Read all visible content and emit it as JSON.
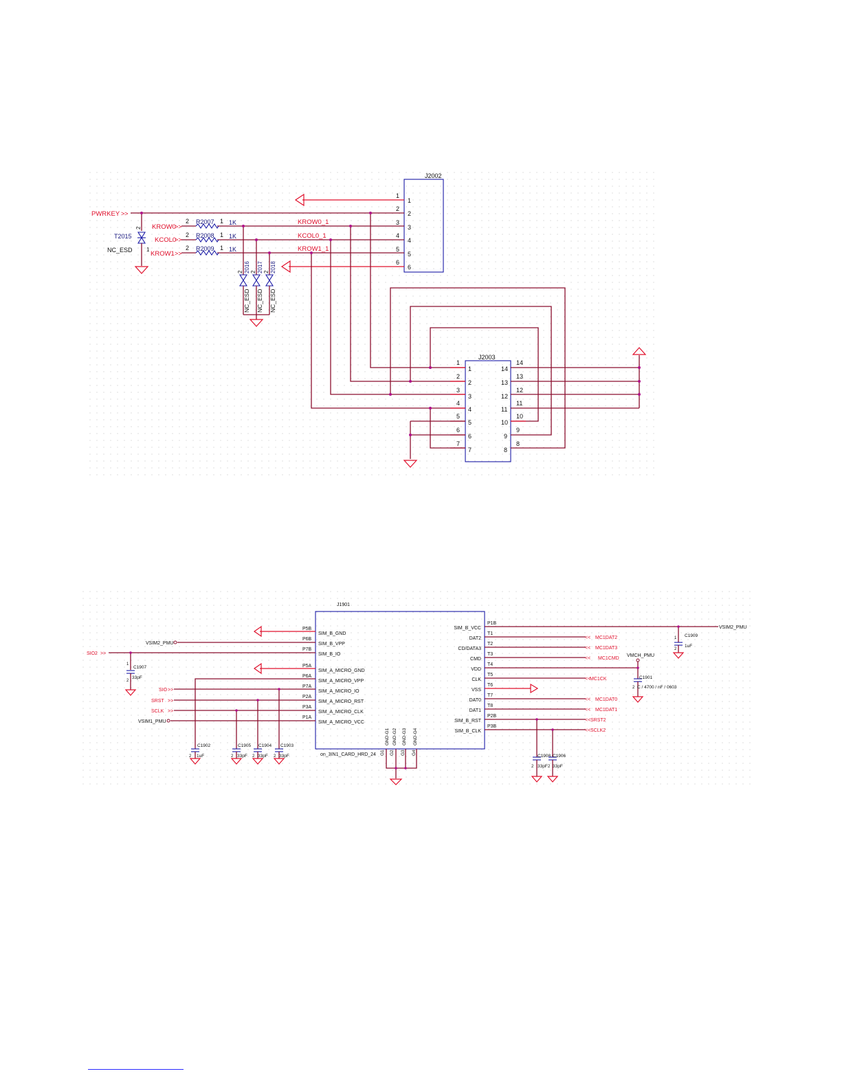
{
  "schematic_top": {
    "connector_j2002": {
      "ref": "J2002",
      "pins": [
        "1",
        "2",
        "3",
        "4",
        "5",
        "6"
      ]
    },
    "connector_j2003": {
      "ref": "J2003",
      "left_pins": [
        "1",
        "2",
        "3",
        "4",
        "5",
        "6",
        "7"
      ],
      "right_pins": [
        "14",
        "13",
        "12",
        "11",
        "10",
        "9",
        "8"
      ]
    },
    "ports": {
      "pwrkey": "PWRKEY",
      "krow0": "KROW0",
      "kcol0": "KCOL0",
      "krow1": "KROW1"
    },
    "resistors": [
      {
        "ref": "R2007",
        "value": "1K",
        "pin_a": "2",
        "pin_b": "1"
      },
      {
        "ref": "R2008",
        "value": "1K",
        "pin_a": "2",
        "pin_b": "1"
      },
      {
        "ref": "R2009",
        "value": "1K",
        "pin_a": "2",
        "pin_b": "1"
      }
    ],
    "nets": {
      "krow0_1": "KROW0_1",
      "kcol0_1": "KCOL0_1",
      "krow1_1": "KROW1_1"
    },
    "esd_t2015": {
      "ref": "T2015",
      "value": "NC_ESD",
      "pin_top": "2",
      "pin_bottom": "1"
    },
    "esd_devices": [
      {
        "ref": "2016",
        "value": "NC_ESD",
        "pin": "2"
      },
      {
        "ref": "2017",
        "value": "NC_ESD",
        "pin": "2"
      },
      {
        "ref": "2018",
        "value": "NC_ESD",
        "pin": "2"
      }
    ]
  },
  "schematic_bottom": {
    "connector_j1901": {
      "ref": "J1901",
      "part": "on_3IN1_CARD_HRD_24",
      "left_pins": [
        {
          "num": "P5B",
          "name": "SIM_B_GND"
        },
        {
          "num": "P6B",
          "name": "SIM_B_VPP"
        },
        {
          "num": "P7B",
          "name": "SIM_B_IO"
        },
        {
          "num": "P5A",
          "name": "SIM_A_MICRO_GND"
        },
        {
          "num": "P6A",
          "name": "SIM_A_MICRO_VPP"
        },
        {
          "num": "P7A",
          "name": "SIM_A_MICRO_IO"
        },
        {
          "num": "P2A",
          "name": "SIM_A_MICRO_RST"
        },
        {
          "num": "P3A",
          "name": "SIM_A_MICRO_CLK"
        },
        {
          "num": "P1A",
          "name": "SIM_A_MICRO_VCC"
        }
      ],
      "right_pins": [
        {
          "num": "P1B",
          "name": "SIM_B_VCC"
        },
        {
          "num": "T1",
          "name": "DAT2"
        },
        {
          "num": "T2",
          "name": "CD/DATA3"
        },
        {
          "num": "T3",
          "name": "CMD"
        },
        {
          "num": "T4",
          "name": "VDD"
        },
        {
          "num": "T5",
          "name": "CLK"
        },
        {
          "num": "T6",
          "name": "VSS"
        },
        {
          "num": "T7",
          "name": "DAT0"
        },
        {
          "num": "T8",
          "name": "DAT1"
        },
        {
          "num": "P2B",
          "name": "SIM_B_RST"
        },
        {
          "num": "P3B",
          "name": "SIM_B_CLK"
        }
      ],
      "gnd_pins": [
        {
          "num": "G1",
          "name": "GND-G1"
        },
        {
          "num": "G2",
          "name": "GND-G2"
        },
        {
          "num": "G3",
          "name": "GND-G3"
        },
        {
          "num": "G4",
          "name": "GND-G4"
        }
      ]
    },
    "left_nets": {
      "vsim2": "VSIM2_PMU",
      "sio2": "SIO2",
      "sio": "SIO",
      "srst": "SRST",
      "sclk": "SCLK",
      "vsim1": "VSIM1_PMU"
    },
    "right_nets": {
      "vsim2": "VSIM2_PMU",
      "mc1dat2": "MC1DAT2",
      "mc1dat3": "MC1DAT3",
      "mc1cmd": "MC1CMD",
      "vmch": "VMCH_PMU",
      "mc1ck": "MC1CK",
      "mc1dat0": "MC1DAT0",
      "mc1dat1": "MC1DAT1",
      "srst2": "SRST2",
      "sclk2": "SCLK2"
    },
    "capacitors": {
      "c1907": {
        "ref": "C1907",
        "value": "33pF"
      },
      "c1902": {
        "ref": "C1902",
        "value": "1uF"
      },
      "c1905": {
        "ref": "C1905",
        "value": "33pF"
      },
      "c1904": {
        "ref": "C1904",
        "value": "33pF"
      },
      "c1903": {
        "ref": "C1903",
        "value": "33pF"
      },
      "c1909": {
        "ref": "C1909",
        "value": "1uF"
      },
      "c1901": {
        "ref": "C1901",
        "value": "C / 4700 / nF / 0603"
      },
      "c1908": {
        "ref": "C1908",
        "value": "33pF"
      },
      "c1906": {
        "ref": "C1906",
        "value": "33pF"
      }
    },
    "cap_pin_labels": {
      "top": "1",
      "bottom": "2"
    }
  },
  "colors": {
    "wire": "#8b0f2e",
    "net_label": "#e0102c",
    "component": "#1a1aa6",
    "junction": "#b0108a"
  }
}
